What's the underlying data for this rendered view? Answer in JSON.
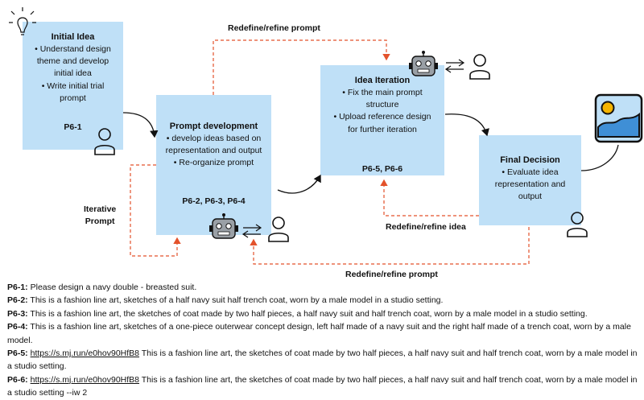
{
  "boxes": {
    "initial": {
      "title": "Initial Idea",
      "bullets": [
        "Understand design theme and develop initial idea",
        "Write initial trial prompt"
      ],
      "code": "P6-1"
    },
    "prompt_dev": {
      "title": "Prompt development",
      "bullets": [
        "develop ideas based on representation and output",
        "Re-organize prompt"
      ],
      "code": "P6-2, P6-3, P6-4"
    },
    "iteration": {
      "title": "Idea Iteration",
      "bullets": [
        "Fix the main prompt structure",
        "Upload reference design for further iteration"
      ],
      "code": "P6-5, P6-6"
    },
    "final": {
      "title": "Final Decision",
      "bullets": [
        "Evaluate idea representation and output"
      ],
      "code": ""
    }
  },
  "labels": {
    "refine_top": "Redefine/refine prompt",
    "iterative_1": "Iterative",
    "iterative_2": "Prompt",
    "refine_idea": "Redefine/refine idea",
    "refine_bottom": "Redefine/refine prompt"
  },
  "colors": {
    "box": "#bfe0f7",
    "dashed": "#e3522b",
    "icon_fill": "#9aa0a6",
    "picture_frame": "#f5b400",
    "picture_bg": "#bfe0f7"
  },
  "notes": [
    {
      "key": "P6-1:",
      "link": "",
      "text": " Please design a navy double - breasted suit."
    },
    {
      "key": "P6-2:",
      "link": "",
      "text": " This is a fashion line art, sketches of a half navy suit half trench coat, worn by a male model in a studio setting."
    },
    {
      "key": "P6-3:",
      "link": "",
      "text": " This is a fashion line art, the sketches of coat made by two half pieces, a half navy suit and half trench coat, worn by a male model in a studio setting."
    },
    {
      "key": "P6-4:",
      "link": "",
      "text": " This is a fashion line art, sketches of a one-piece outerwear concept design, left half made of a navy suit and the right half made of a trench coat, worn by a male model."
    },
    {
      "key": "P6-5:",
      "link": "https://s.mj.run/e0hov90HfB8",
      "text": " This is a fashion line art, the sketches of coat made by two half pieces, a half navy suit and half trench coat, worn by a male model in a studio setting."
    },
    {
      "key": "P6-6:",
      "link": "https://s.mj.run/e0hov90HfB8",
      "text": " This is a fashion line art, the sketches of coat made by two half pieces, a half navy suit and half trench coat, worn by a male model in a studio setting --iw 2"
    }
  ]
}
